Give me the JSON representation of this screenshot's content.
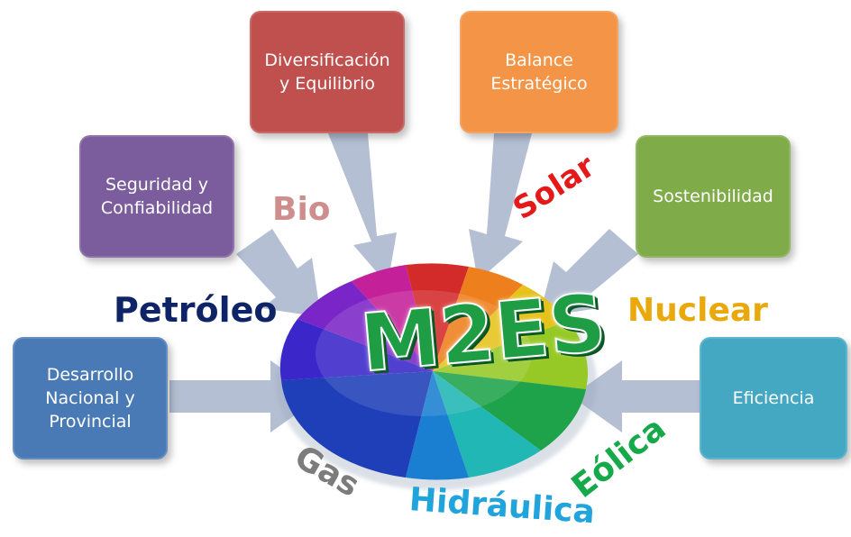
{
  "center_label": "M2ES",
  "boxes": {
    "desarrollo": "Desarrollo\nNacional y\nProvincial",
    "seguridad": "Seguridad y\nConfiabilidad",
    "diversificacion": "Diversificación\ny Equilibrio",
    "balance": "Balance\nEstratégico",
    "sostenibilidad": "Sostenibilidad",
    "eficiencia": "Eficiencia"
  },
  "box_colors": {
    "desarrollo": "#4a7ab5",
    "seguridad": "#7b5c9c",
    "diversificacion": "#c0504d",
    "balance": "#f39447",
    "sostenibilidad": "#7fab49",
    "eficiencia": "#45a8c3"
  },
  "energy_sources": {
    "petroleo": "Petróleo",
    "bio": "Bio",
    "solar": "Solar",
    "nuclear": "Nuclear",
    "eolica": "Eólica",
    "hidraulica": "Hidráulica",
    "gas": "Gas"
  },
  "energy_colors": {
    "petroleo": "#0f2466",
    "bio": "#cf8e8e",
    "solar": "#e41a1a",
    "nuclear": "#e9a80c",
    "eolica": "#16a94a",
    "hidraulica": "#20a4dc",
    "gas": "#7c7c7c"
  },
  "center_color": "#1f9d45"
}
